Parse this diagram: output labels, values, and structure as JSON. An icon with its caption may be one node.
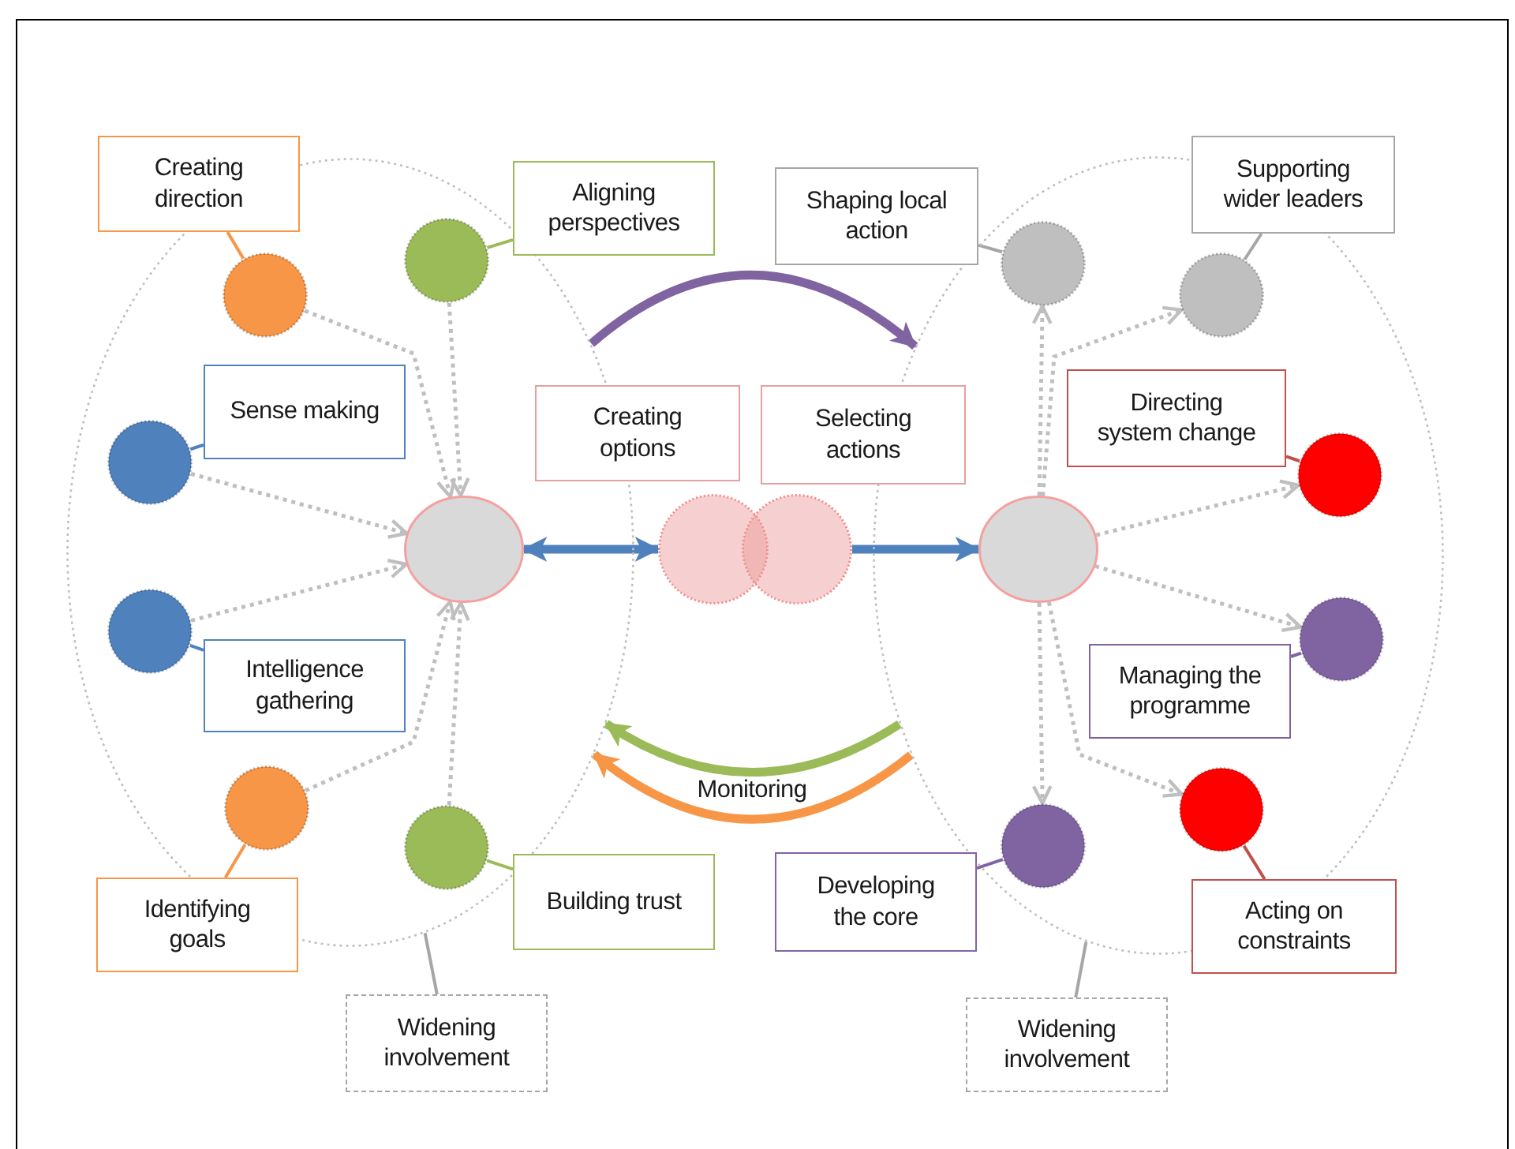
{
  "diagram": {
    "nodes": [
      {
        "text": [],
        "shape": "ellipse"
      },
      {
        "text": [],
        "shape": "ellipse"
      },
      {
        "text": [
          "Creating direction"
        ]
      },
      {
        "text": [],
        "shape": "circle",
        "in": 0
      },
      {
        "text": [
          "Aligning perspectives"
        ]
      },
      {
        "text": [],
        "shape": "circle",
        "in": 0
      },
      {
        "text": [
          "Shaping local action"
        ]
      },
      {
        "text": [],
        "shape": "circle",
        "in": 1
      },
      {
        "text": [
          "Supporting wider leaders"
        ]
      },
      {
        "text": [],
        "shape": "circle",
        "in": 1
      },
      {
        "text": [
          "Sense making"
        ],
        "in": 0
      },
      {
        "text": [],
        "shape": "circle",
        "in": 0
      },
      {
        "text": [
          "Creating options"
        ]
      },
      {
        "text": [
          "Selecting actions"
        ]
      },
      {
        "text": [
          "Directing system change"
        ],
        "in": 1
      },
      {
        "text": [],
        "shape": "circle",
        "in": 1
      },
      {
        "text": [],
        "shape": "ellipse",
        "in": 0
      },
      {
        "text": [],
        "shape": "circle"
      },
      {
        "text": [],
        "shape": "circle"
      },
      {
        "text": [],
        "shape": "ellipse",
        "in": 1
      },
      {
        "text": [],
        "shape": "circle",
        "in": 0
      },
      {
        "text": [
          "Intelligence gathering"
        ],
        "in": 0
      },
      {
        "text": [],
        "shape": "circle",
        "in": 1
      },
      {
        "text": [
          "Managing the programme"
        ],
        "in": 1
      },
      {
        "text": [],
        "shape": "circle",
        "in": 0
      },
      {
        "text": [],
        "shape": "circle",
        "in": 1
      },
      {
        "text": [],
        "shape": "circle",
        "in": 0
      },
      {
        "text": [],
        "shape": "circle",
        "in": 1
      },
      {
        "text": [
          "Building trust"
        ]
      },
      {
        "text": [
          "Developing the core"
        ]
      },
      {
        "text": [
          "Identifying goals"
        ]
      },
      {
        "text": [
          "Acting on constraints"
        ]
      },
      {
        "text": [
          "Widening involvement"
        ]
      },
      {
        "text": [
          "Widening involvement"
        ]
      }
    ],
    "edges": [
      {
        "from": 2,
        "to": 3,
        "arrow": "none",
        "color": "#f79646"
      },
      {
        "from": 4,
        "to": 5,
        "arrow": "none",
        "color": "#9bbb59"
      },
      {
        "from": 6,
        "to": 7,
        "arrow": "none",
        "color": "#a6a6a6"
      },
      {
        "from": 8,
        "to": 9,
        "arrow": "none",
        "color": "#a6a6a6"
      },
      {
        "from": 10,
        "to": 11,
        "arrow": "none",
        "color": "#4f81bd"
      },
      {
        "from": 14,
        "to": 15,
        "arrow": "none",
        "color": "#c0504d"
      },
      {
        "from": 21,
        "to": 20,
        "arrow": "none",
        "color": "#4f81bd"
      },
      {
        "from": 23,
        "to": 22,
        "arrow": "none",
        "color": "#8064a2"
      },
      {
        "from": 30,
        "to": 24,
        "arrow": "none",
        "color": "#f79646"
      },
      {
        "from": 31,
        "to": 25,
        "arrow": "none",
        "color": "#c0504d"
      },
      {
        "from": 28,
        "to": 26,
        "arrow": "none",
        "color": "#9bbb59"
      },
      {
        "from": 29,
        "to": 27,
        "arrow": "none",
        "color": "#8064a2"
      },
      {
        "from": 32,
        "to": 0,
        "arrow": "none",
        "color": "#a6a6a6"
      },
      {
        "from": 33,
        "to": 1,
        "arrow": "none",
        "color": "#a6a6a6"
      },
      {
        "from": 3,
        "to": 16,
        "arrow": "to",
        "style": "dashed",
        "color": "#bfbfbf"
      },
      {
        "from": 5,
        "to": 16,
        "arrow": "to",
        "style": "dashed",
        "color": "#bfbfbf"
      },
      {
        "from": 11,
        "to": 16,
        "arrow": "to",
        "style": "dashed",
        "color": "#bfbfbf"
      },
      {
        "from": 20,
        "to": 16,
        "arrow": "to",
        "style": "dashed",
        "color": "#bfbfbf"
      },
      {
        "from": 24,
        "to": 16,
        "arrow": "to",
        "style": "dashed",
        "color": "#bfbfbf"
      },
      {
        "from": 26,
        "to": 16,
        "arrow": "to",
        "style": "dashed",
        "color": "#bfbfbf"
      },
      {
        "from": 19,
        "to": 7,
        "arrow": "to",
        "style": "dashed",
        "color": "#bfbfbf"
      },
      {
        "from": 19,
        "to": 9,
        "arrow": "to",
        "style": "dashed",
        "color": "#bfbfbf"
      },
      {
        "from": 19,
        "to": 15,
        "arrow": "to",
        "style": "dashed",
        "color": "#bfbfbf"
      },
      {
        "from": 19,
        "to": 22,
        "arrow": "to",
        "style": "dashed",
        "color": "#bfbfbf"
      },
      {
        "from": 19,
        "to": 25,
        "arrow": "to",
        "style": "dashed",
        "color": "#bfbfbf"
      },
      {
        "from": 19,
        "to": 27,
        "arrow": "to",
        "style": "dashed",
        "color": "#bfbfbf"
      },
      {
        "from": 16,
        "to": 17,
        "arrow": "both",
        "style": "thick",
        "color": "#4f81bd"
      },
      {
        "from": 18,
        "to": 19,
        "arrow": "to",
        "style": "thick",
        "color": "#4f81bd"
      },
      {
        "from": 0,
        "to": 1,
        "arrow": "to",
        "style": "thick",
        "color": "#8064a2"
      },
      {
        "from": 1,
        "to": 0,
        "arrow": "to",
        "style": "thick",
        "color": "#9bbb59"
      },
      {
        "from": 1,
        "to": 0,
        "arrow": "to",
        "style": "thick",
        "color": "#f79646",
        "label": "Monitoring"
      }
    ]
  }
}
